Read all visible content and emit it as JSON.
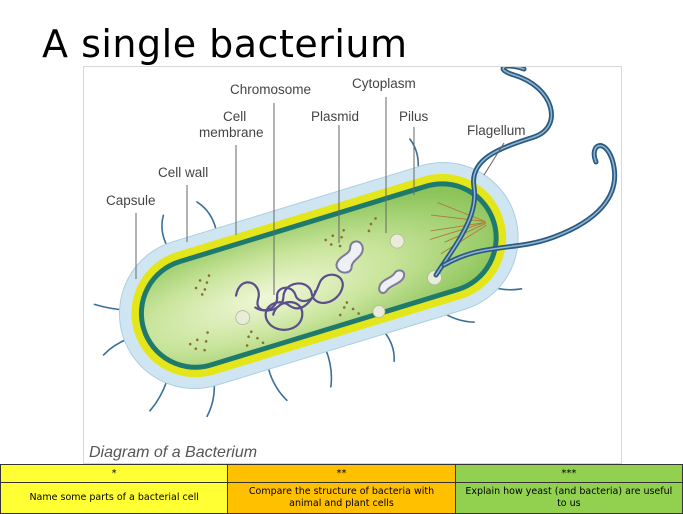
{
  "slide": {
    "title": "A single bacterium"
  },
  "diagram": {
    "caption": "Diagram of a Bacterium",
    "labels": {
      "chromosome": "Chromosome",
      "cytoplasm": "Cytoplasm",
      "cell_membrane_1": "Cell",
      "cell_membrane_2": "membrane",
      "plasmid": "Plasmid",
      "pilus": "Pilus",
      "flagellum": "Flagellum",
      "cell_wall": "Cell wall",
      "capsule": "Capsule"
    },
    "colors": {
      "capsule": "#cfe6f2",
      "cell_wall": "#e4e61c",
      "membrane": "#1f7a6e",
      "cytoplasm": "#a8d66a",
      "flagellum": "#2c5a80",
      "chromosome": "#5a4e8c"
    }
  },
  "tasks": {
    "headers": [
      "*",
      "**",
      "***"
    ],
    "items": [
      "Name some parts of a bacterial cell",
      "Compare the structure of bacteria with animal and plant cells",
      "Explain how yeast (and bacteria) are useful to us"
    ],
    "colors": [
      "#ffff33",
      "#ffc000",
      "#92d050"
    ]
  }
}
